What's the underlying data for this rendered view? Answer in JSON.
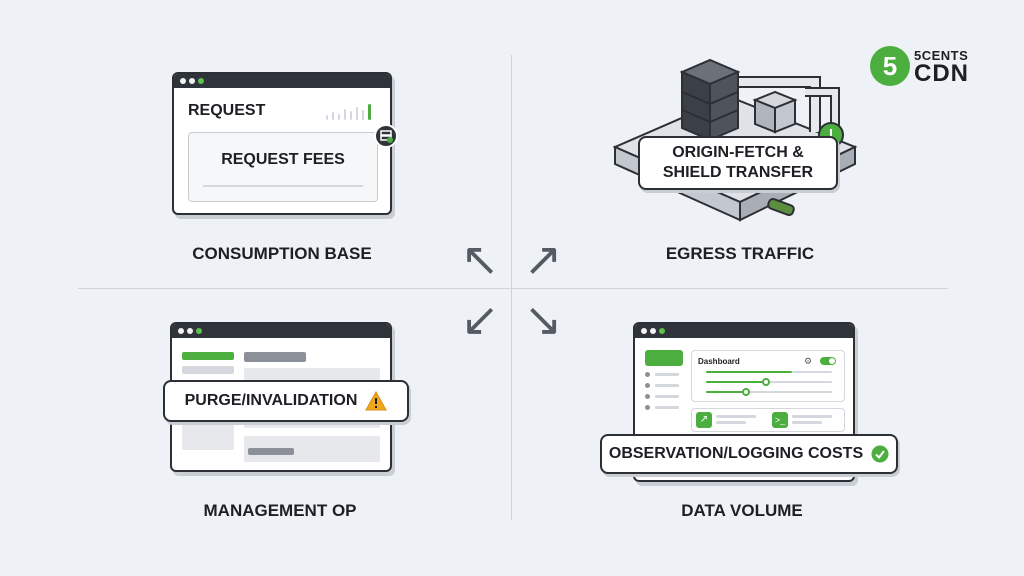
{
  "logo": {
    "mark": "5",
    "top": "5CENTS",
    "bottom": "CDN"
  },
  "quadrants": {
    "top_left": {
      "caption": "CONSUMPTION BASE",
      "window_title": "REQUEST",
      "card_label": "REQUEST FEES",
      "icon": "server-clock-icon"
    },
    "top_right": {
      "caption": "EGRESS TRAFFIC",
      "pill_label_line1": "ORIGIN-FETCH &",
      "pill_label_line2": "SHIELD TRANSFER",
      "icon": "alert-icon"
    },
    "bottom_left": {
      "caption": "MANAGEMENT OP",
      "pill_label": "PURGE/INVALIDATION",
      "icon": "warning-icon"
    },
    "bottom_right": {
      "caption": "DATA VOLUME",
      "dashboard_title": "Dashboard",
      "pill_label": "OBSERVATION/LOGGING COSTS",
      "icon": "check-circle-icon"
    }
  },
  "colors": {
    "accent": "#4bae3f",
    "dark": "#2c2f36",
    "warning": "#f2a81d",
    "background": "#eef1f5"
  }
}
